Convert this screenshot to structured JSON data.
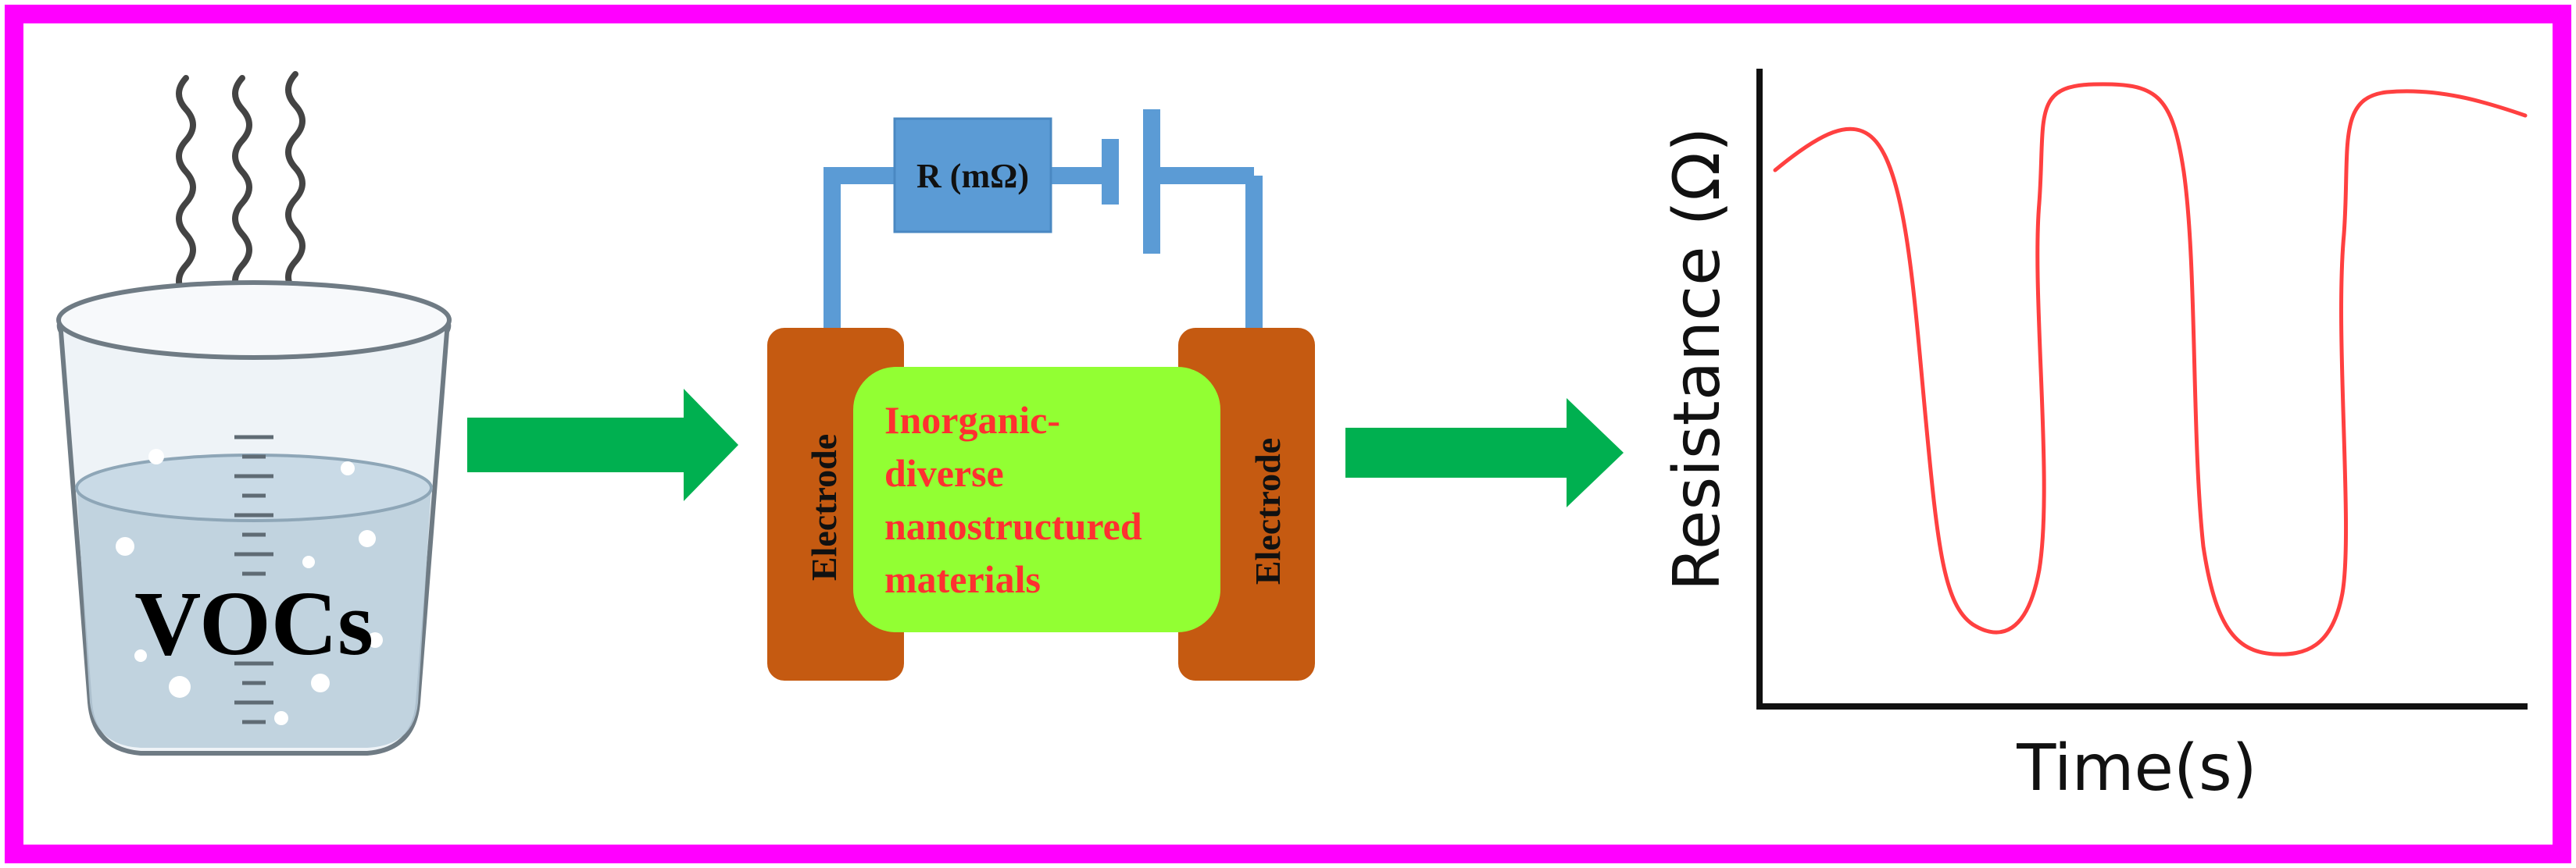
{
  "beaker": {
    "label": "VOCs"
  },
  "circuit": {
    "resistor_label": "R (mΩ)"
  },
  "sensor": {
    "left_electrode": "Electrode",
    "right_electrode": "Electrode",
    "material_lines": [
      "Inorganic-",
      "diverse",
      "nanostructured",
      "materials"
    ]
  },
  "colors": {
    "frame": "#ff00ff",
    "arrow": "#00b050",
    "electrode": "#c55a11",
    "material": "#92ff33",
    "material_text": "#ff3030",
    "wire": "#5b9bd5",
    "curve": "#ff4040"
  },
  "chart_data": {
    "type": "line",
    "xlabel": "Time(s)",
    "ylabel": "Resistance (Ω)",
    "series": [
      {
        "values": []
      }
    ],
    "note": "qualitative response curve with no tick labels"
  }
}
